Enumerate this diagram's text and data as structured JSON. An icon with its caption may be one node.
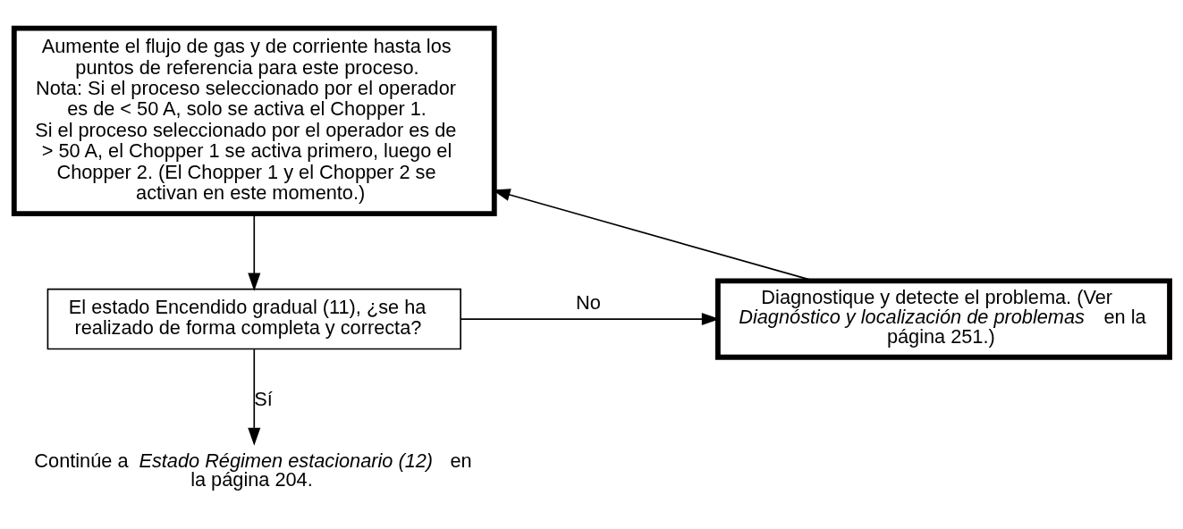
{
  "diagram": {
    "nodes": [
      {
        "text": [
          "Aumente el flujo de gas y de corriente hasta los puntos de referencia para este proceso.",
          "Nota: Si el proceso seleccionado por el operador es de < 50 A, solo se activa el Chopper 1.",
          "Si el proceso seleccionado por el operador es de > 50 A, el Chopper 1 se activa primero, luego el Chopper 2. (El Chopper 1 y el Chopper 2 se activan en este momento.)"
        ]
      },
      {
        "text": [
          "El estado Encendido gradual (11), ¿se ha realizado de forma completa y correcta?"
        ]
      },
      {
        "text": [
          "Diagnostique y detecte el problema. (Ver *Diagnóstico y localización de problemas* en la página 251.)"
        ]
      },
      {
        "text": [
          "Continúe a *Estado Régimen estacionario (12)* en la página 204."
        ]
      }
    ],
    "edges": [
      {
        "from": 0,
        "to": 1,
        "arrow": "to"
      },
      {
        "from": 1,
        "to": 2,
        "arrow": "to",
        "label": "No"
      },
      {
        "from": 1,
        "to": 3,
        "arrow": "to",
        "label": "Sí"
      },
      {
        "from": 2,
        "to": 0,
        "arrow": "to"
      }
    ]
  }
}
